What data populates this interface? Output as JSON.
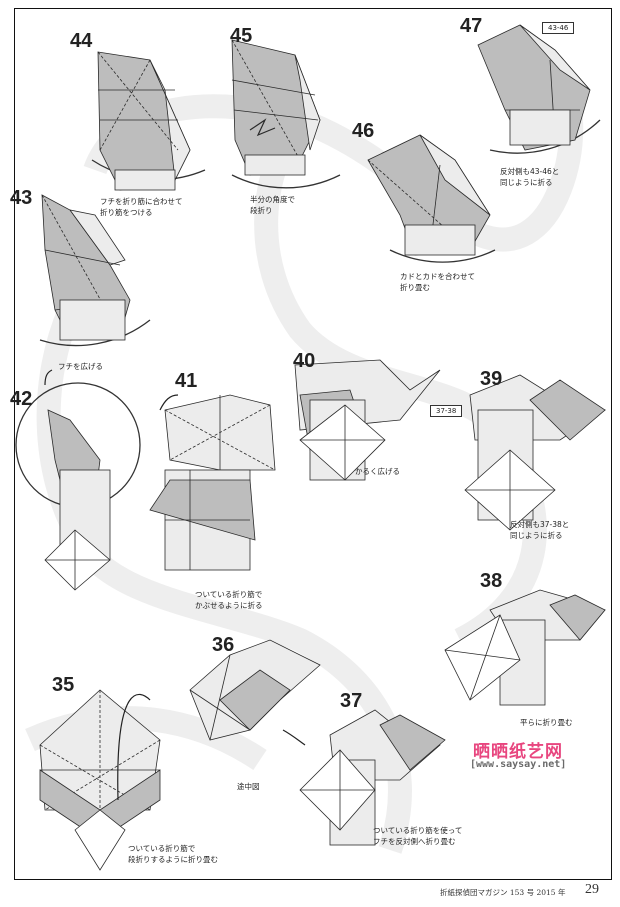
{
  "steps": {
    "s44": {
      "num": "44",
      "cap1": "フチを折り筋に合わせて",
      "cap2": "折り筋をつける"
    },
    "s45": {
      "num": "45",
      "cap1": "半分の角度で",
      "cap2": "段折り"
    },
    "s47": {
      "num": "47",
      "ref": "43-46",
      "cap1": "反対側も43-46と",
      "cap2": "同じように折る"
    },
    "s46": {
      "num": "46",
      "cap1": "カドとカドを合わせて",
      "cap2": "折り畳む"
    },
    "s43": {
      "num": "43",
      "cap1": "フチを広げる"
    },
    "s42": {
      "num": "42"
    },
    "s41": {
      "num": "41",
      "cap1": "ついている折り筋で",
      "cap2": "かぶせるように折る"
    },
    "s40": {
      "num": "40",
      "cap1": "かるく広げる"
    },
    "s39": {
      "num": "39",
      "ref": "37-38",
      "cap1": "反対側も37-38と",
      "cap2": "同じように折る"
    },
    "s38": {
      "num": "38",
      "cap1": "平らに折り畳む"
    },
    "s36": {
      "num": "36",
      "cap1": "途中図"
    },
    "s35": {
      "num": "35",
      "cap1": "ついている折り筋で",
      "cap2": "段折りするように折り畳む"
    },
    "s37": {
      "num": "37",
      "cap1": "ついている折り筋を使って",
      "cap2": "フチを反対側へ折り畳む"
    }
  },
  "watermark": {
    "title": "晒晒纸艺网",
    "url": "[www.saysay.net]"
  },
  "footer": {
    "text": "折紙探偵団マガジン 153 号 2015 年",
    "page": "29"
  },
  "colors": {
    "paper_shade": "#bdbdbd",
    "paper_light": "#ececec",
    "band": "#eeeeee",
    "line": "#2a2a2a",
    "watermark": "#e8467f"
  }
}
